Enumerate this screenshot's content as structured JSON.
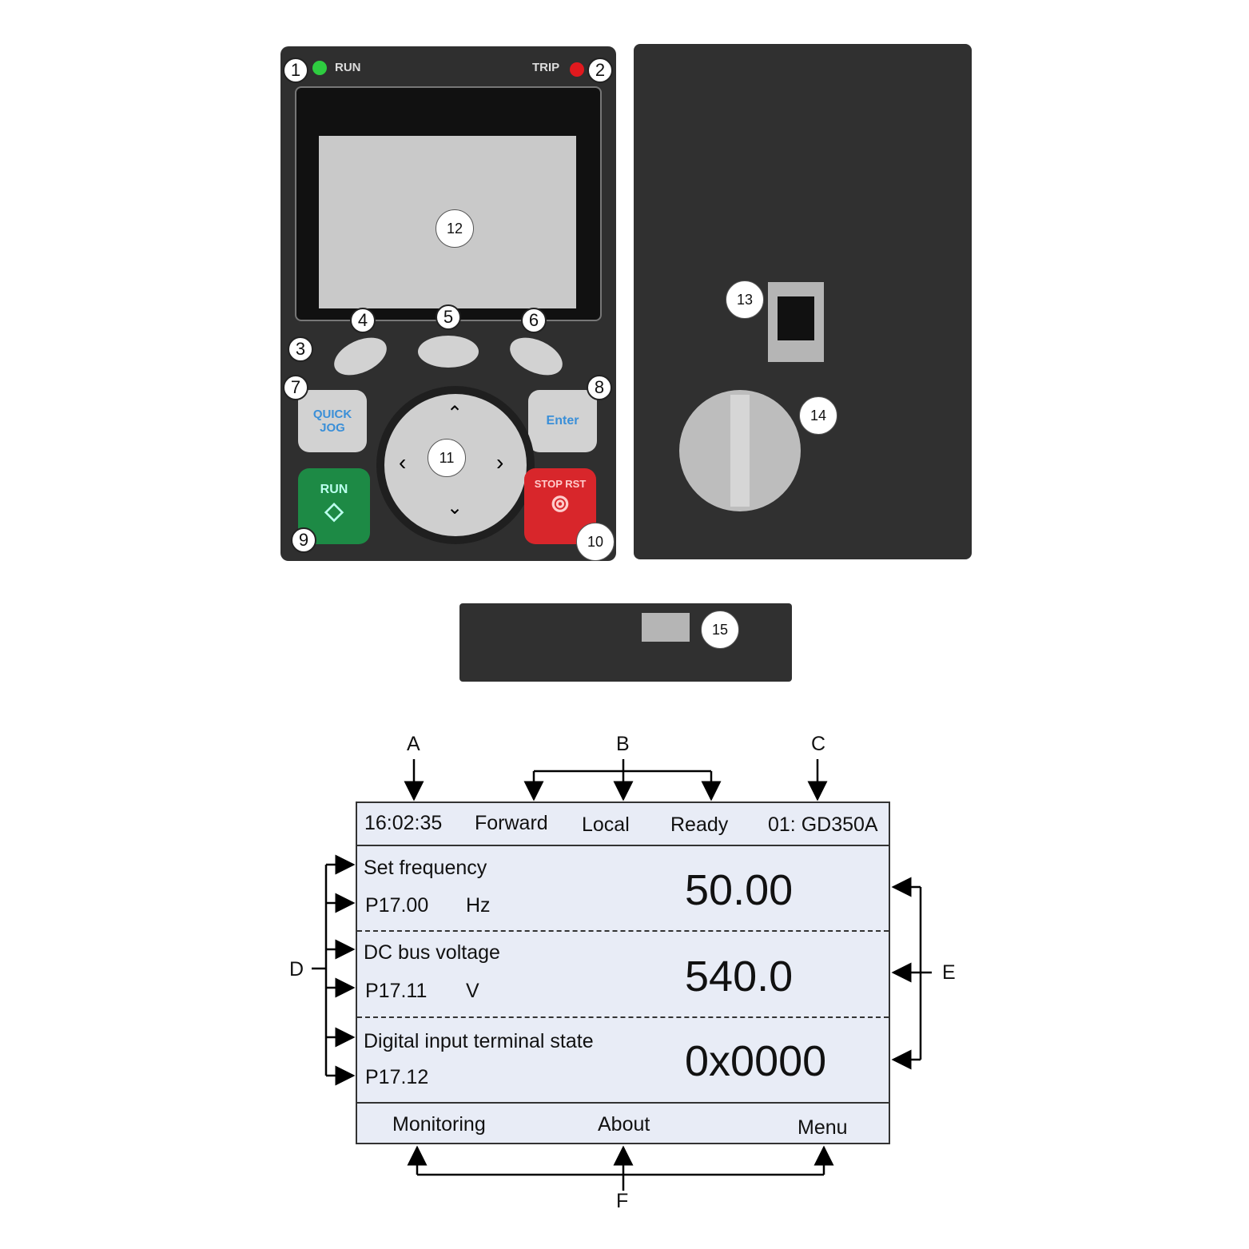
{
  "keypad": {
    "run_led_label": "RUN",
    "trip_led_label": "TRIP",
    "quick_jog_label": "QUICK JOG",
    "enter_label": "Enter",
    "run_key_label": "RUN",
    "stop_key_label": "STOP RST",
    "callouts": [
      "1",
      "2",
      "3",
      "4",
      "5",
      "6",
      "7",
      "8",
      "9",
      "10",
      "11",
      "12",
      "13",
      "14",
      "15"
    ]
  },
  "lcd": {
    "header": {
      "time": "16:02:35",
      "direction": "Forward",
      "mode": "Local",
      "status": "Ready",
      "device": "01: GD350A"
    },
    "rows": [
      {
        "name": "Set frequency",
        "code": "P17.00",
        "unit": "Hz",
        "value": "50.00"
      },
      {
        "name": "DC bus voltage",
        "code": "P17.11",
        "unit": "V",
        "value": "540.0"
      },
      {
        "name": "Digital input terminal state",
        "code": "P17.12",
        "unit": "",
        "value": "0x0000"
      }
    ],
    "footer": {
      "left": "Monitoring",
      "middle": "About",
      "right": "Menu"
    }
  },
  "annotations": {
    "a": "A",
    "b": "B",
    "c": "C",
    "d": "D",
    "e": "E",
    "f": "F"
  },
  "colors": {
    "keypad_body": "#2f2f2f",
    "lcd_bg": "#e8ecf6",
    "run_green": "#1d8a45",
    "stop_red": "#d8262b",
    "led_green": "#2ecc40",
    "led_red": "#e0191e"
  }
}
